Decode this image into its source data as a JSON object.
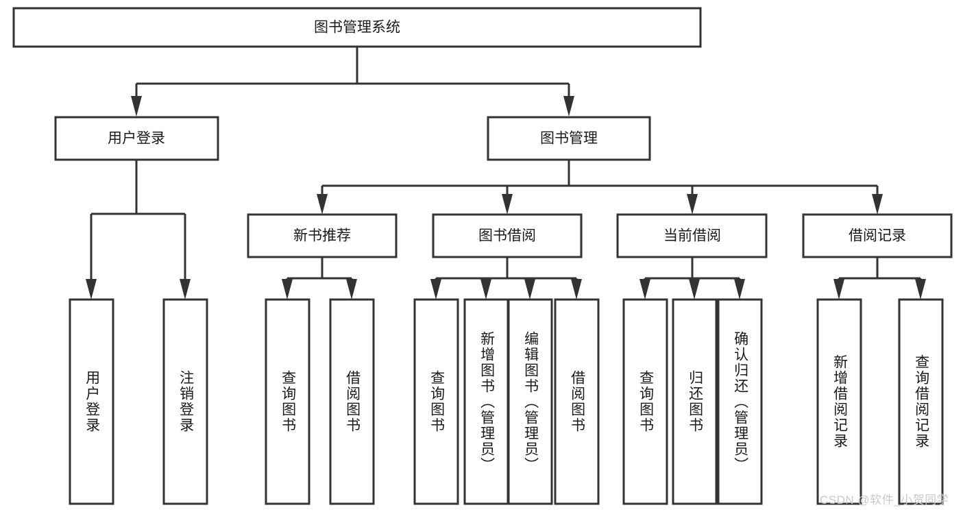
{
  "diagram": {
    "title": "图书管理系统",
    "type": "tree-hierarchy-diagram",
    "colors": {
      "box_stroke": "#333333",
      "box_fill": "#ffffff",
      "text": "#1a1a1a",
      "background": "#ffffff",
      "watermark": "#c9c9c9"
    },
    "root": {
      "label": "图书管理系统"
    },
    "level1": [
      {
        "label": "用户登录"
      },
      {
        "label": "图书管理"
      }
    ],
    "level2": [
      {
        "label": "新书推荐"
      },
      {
        "label": "图书借阅"
      },
      {
        "label": "当前借阅"
      },
      {
        "label": "借阅记录"
      }
    ],
    "leaves": {
      "user_login": [
        {
          "label": "用户登录"
        },
        {
          "label": "注销登录"
        }
      ],
      "new_book_recommend": [
        {
          "label": "查询图书"
        },
        {
          "label": "借阅图书"
        }
      ],
      "book_borrow": [
        {
          "label": "查询图书"
        },
        {
          "label": "新增图书（管理员）"
        },
        {
          "label": "编辑图书（管理员）"
        },
        {
          "label": "借阅图书"
        }
      ],
      "current_borrow": [
        {
          "label": "查询图书"
        },
        {
          "label": "归还图书"
        },
        {
          "label": "确认归还（管理员）"
        }
      ],
      "borrow_record": [
        {
          "label": "新增借阅记录"
        },
        {
          "label": "查询借阅记录"
        }
      ]
    }
  },
  "watermark": {
    "text": "CSDN @软件_小贺同学"
  }
}
